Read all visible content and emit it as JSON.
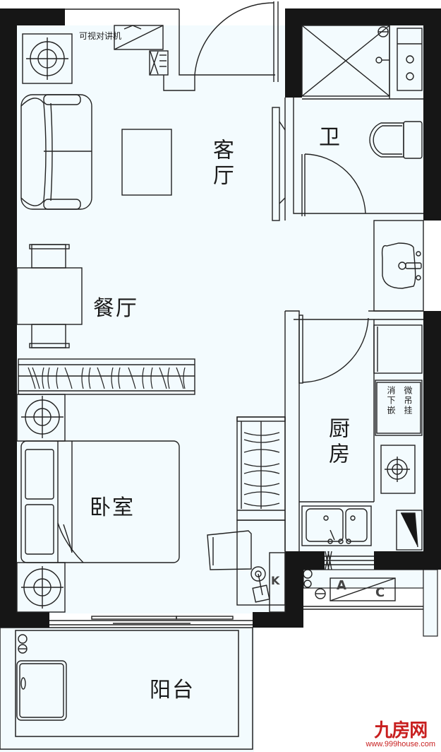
{
  "plan": {
    "background": "#f3fbfe",
    "wall_color": "#161616",
    "line_color": "#222222"
  },
  "rooms": {
    "living_room": "客厅",
    "dining_room": "餐厅",
    "bathroom": "卫",
    "kitchen": "厨房",
    "bedroom": "卧室",
    "balcony": "阳台"
  },
  "annotations": {
    "intercom": "可视对讲机",
    "cabinet_left": [
      "消",
      "-",
      "下",
      "嵌"
    ],
    "cabinet_right": [
      "微",
      "-",
      "吊",
      "挂"
    ],
    "cabinet_left_text": "消下嵌",
    "cabinet_right_text": "微吊挂",
    "ac_a": "A",
    "ac_c": "C",
    "k_marker": "K"
  },
  "watermark": {
    "brand": "九房网",
    "url": "www.999house.com",
    "color": "#c81f1f"
  }
}
